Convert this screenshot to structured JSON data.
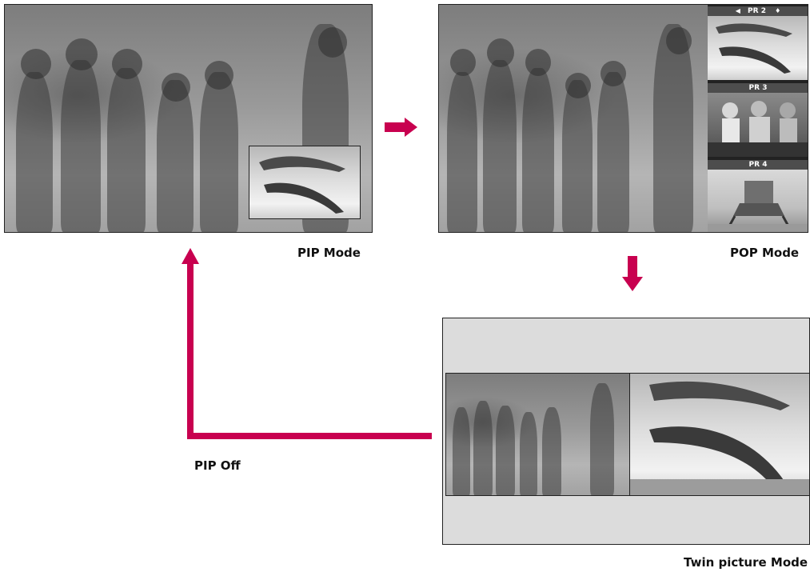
{
  "labels": {
    "pip_mode": "PIP Mode",
    "pop_mode": "POP Mode",
    "twin_mode": "Twin picture Mode",
    "pip_off": "PIP Off"
  },
  "pop_channels": {
    "pr2": "PR 2",
    "pr3": "PR 3",
    "pr4": "PR 4",
    "pr2_left_arrow": "◀",
    "pr2_updown": "♦"
  },
  "colors": {
    "arrow": "#c8004f",
    "twin_background": "#dcdcdc"
  }
}
